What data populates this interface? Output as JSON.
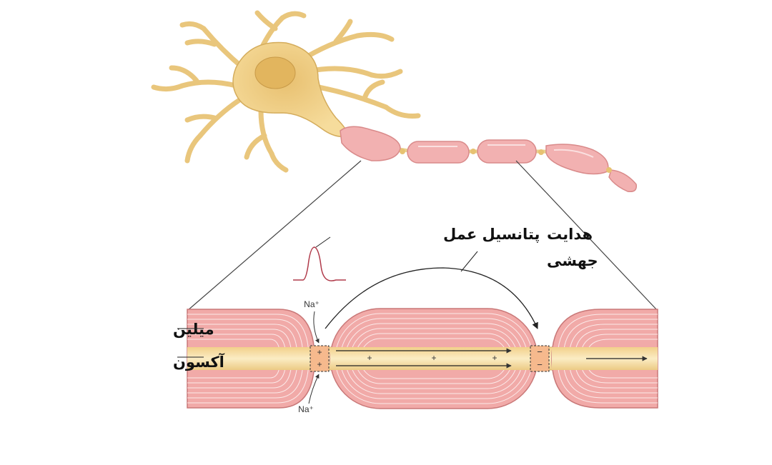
{
  "labels": {
    "action_potential": "پتانسیل عمل",
    "conduction_line1": "هدایت",
    "conduction_line2": "جهشی",
    "myelin": "میلین",
    "axon": "آکسون",
    "na_top": "Na⁺",
    "na_bottom": "Na⁺"
  },
  "charges": {
    "node1_upper": "+",
    "node1_lower": "+",
    "internode_plus": "+",
    "node2_upper": "−",
    "node2_lower": "−"
  },
  "colors": {
    "cell_body": "#f3d58f",
    "cell_outline": "#c9a24e",
    "myelin": "#f0a8a8",
    "myelin_line": "#c86e6e",
    "axon": "#f6dea3",
    "node_fill": "#f4b88c",
    "potential_curve": "#b03a4a"
  }
}
